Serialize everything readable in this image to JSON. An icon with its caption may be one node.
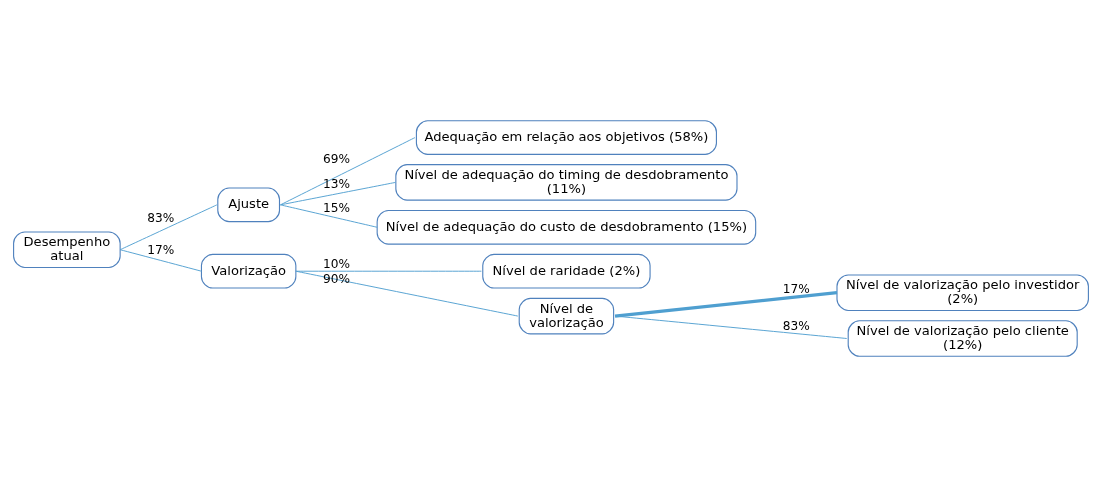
{
  "diagram": {
    "nodes": [
      {
        "text": [
          "Desempenho atual"
        ]
      },
      {
        "text": [
          "Ajuste"
        ]
      },
      {
        "text": [
          "Adequação em relação aos objetivos (58%)"
        ]
      },
      {
        "text": [
          "Nível de adequação do timing de desdobramento (11%)"
        ]
      },
      {
        "text": [
          "Nível de adequação do custo de desdobramento (15%)"
        ]
      },
      {
        "text": [
          "Valorização"
        ]
      },
      {
        "text": [
          "Nível de raridade (2%)"
        ]
      },
      {
        "text": [
          "Nível de valorização"
        ]
      },
      {
        "text": [
          "Nível de valorização pelo investidor (2%)"
        ]
      },
      {
        "text": [
          "Nível de valorização pelo cliente (12%)"
        ]
      }
    ],
    "edges": [
      {
        "from": 0,
        "to": 1,
        "arrow": "none",
        "label": "83%"
      },
      {
        "from": 1,
        "to": 2,
        "arrow": "none",
        "label": "69%"
      },
      {
        "from": 1,
        "to": 3,
        "arrow": "none",
        "label": "13%"
      },
      {
        "from": 1,
        "to": 4,
        "arrow": "none",
        "label": "15%"
      },
      {
        "from": 0,
        "to": 5,
        "arrow": "none",
        "label": "17%"
      },
      {
        "from": 5,
        "to": 6,
        "arrow": "none",
        "label": "10%"
      },
      {
        "from": 5,
        "to": 7,
        "arrow": "none",
        "label": "90%"
      },
      {
        "from": 7,
        "to": 8,
        "arrow": "none",
        "label": "17%",
        "style": "thick"
      },
      {
        "from": 7,
        "to": 9,
        "arrow": "none",
        "label": "83%"
      }
    ]
  }
}
